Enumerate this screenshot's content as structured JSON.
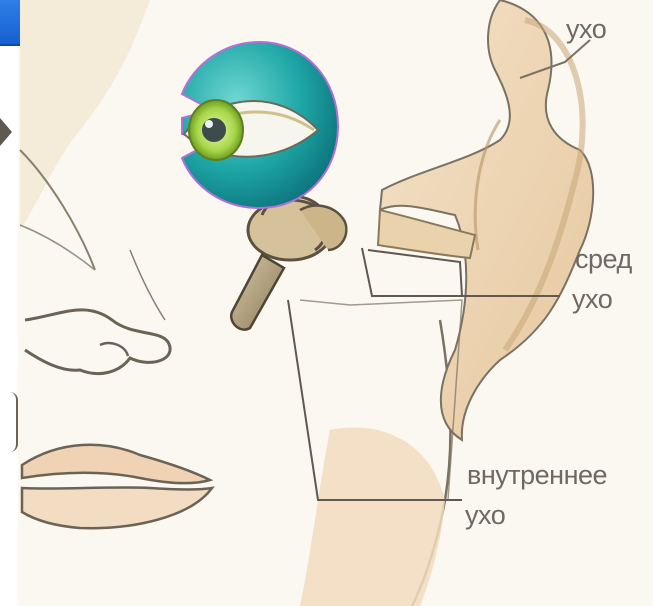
{
  "labels": {
    "outer_ear": "ухо",
    "middle_ear_line1": "сред",
    "middle_ear_line2": "ухо",
    "inner_ear_line1": "внутреннее",
    "inner_ear_line2": "ухо"
  },
  "icons": {
    "eye_button": "eye-icon",
    "arrow": "left-arrow-icon"
  },
  "colors": {
    "skin": "#f1dcc0",
    "skin_shadow": "#e3c49a",
    "ink": "#6b6456",
    "label_text": "#6e6a63",
    "eye_ball_teal": "#1fa8a8",
    "eye_iris": "#a6d64a",
    "accent_blue": "#1760cf"
  }
}
